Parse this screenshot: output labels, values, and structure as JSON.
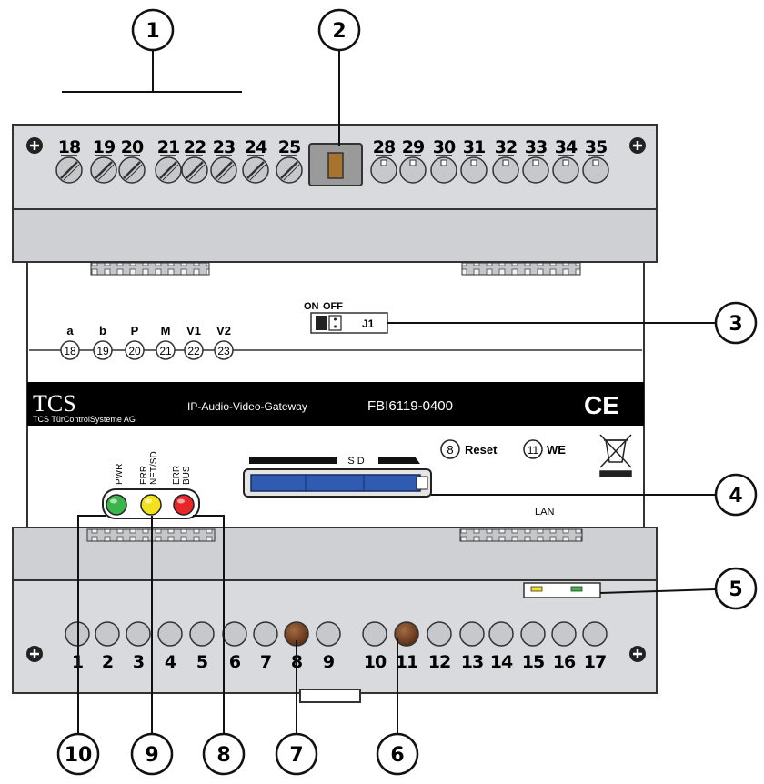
{
  "callouts": {
    "c1": "1",
    "c2": "2",
    "c3": "3",
    "c4": "4",
    "c5": "5",
    "c6": "6",
    "c7": "7",
    "c8": "8",
    "c9": "9",
    "c10": "10"
  },
  "top_terminals": [
    "18",
    "19",
    "20",
    "21",
    "22",
    "23",
    "24",
    "25",
    "28",
    "29",
    "30",
    "31",
    "32",
    "33",
    "34",
    "35"
  ],
  "bottom_terminals": [
    "1",
    "2",
    "3",
    "4",
    "5",
    "6",
    "7",
    "8",
    "9",
    "10",
    "11",
    "12",
    "13",
    "14",
    "15",
    "16",
    "17"
  ],
  "bus_labels": [
    "a",
    "b",
    "P",
    "M",
    "V1",
    "V2"
  ],
  "bus_numbers": [
    "18",
    "19",
    "20",
    "21",
    "22",
    "23"
  ],
  "jumper": {
    "on": "ON",
    "off": "OFF",
    "name": "J1"
  },
  "brand_bar": {
    "logo": "TCS",
    "company": "TCS TürControlSysteme AG",
    "product_type": "IP-Audio-Video-Gateway",
    "model": "FBI6119-0400",
    "mark": "CE"
  },
  "sd_label": "SD",
  "reset": {
    "num": "8",
    "label": "Reset"
  },
  "we": {
    "num": "11",
    "label": "WE"
  },
  "lan_label": "LAN",
  "leds": [
    {
      "label": "PWR",
      "color": "#39b54a"
    },
    {
      "label": "ERR NET/SD",
      "color": "#f2e21c"
    },
    {
      "label": "ERR BUS",
      "color": "#e8262a"
    }
  ],
  "colors": {
    "housing": "#dcdde0",
    "brand_bar": "#000000",
    "sd_card": "#2f5bb3",
    "term_brown": "#6b3b1f"
  }
}
